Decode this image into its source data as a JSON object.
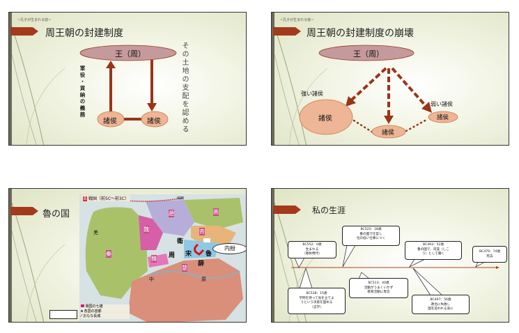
{
  "slides": [
    {
      "subtitle": "~孔子が生まれる前~",
      "title": "周王朝の封建制度",
      "king": "王（周）",
      "lord_left": "諸侯",
      "lord_right": "諸侯",
      "left_vertical": "軍役・貢納の義務",
      "right_vertical": "その土地の支配を認める"
    },
    {
      "subtitle": "~孔子が生まれる後~",
      "title": "周王朝の封建制度の崩壊",
      "king": "王（周）",
      "strong_label": "強い諸侯",
      "weak_label": "弱い諸侯",
      "lord_big": "諸侯",
      "lord_mid": "諸侯",
      "lord_small": "諸侯"
    },
    {
      "title": "魯の国",
      "map": {
        "header_badge": "B",
        "header": "戦国（前5C～前3C）",
        "states": [
          "燕",
          "趙",
          "魏",
          "秦",
          "韓",
          "楚",
          "斉"
        ],
        "places": [
          "衛",
          "宋",
          "魯",
          "薛",
          "周",
          "中",
          "原",
          "羌",
          "匈奴"
        ],
        "callout": "内紛",
        "legend": [
          "戦国の七雄",
          "各国の首都",
          "おもな長城"
        ]
      }
    },
    {
      "title": "私の生涯",
      "events": [
        {
          "lines": [
            "BC552：0歳",
            "生まれる",
            "（春秋時代）"
          ]
        },
        {
          "lines": [
            "BC525：28歳",
            "魯の国で仕官し",
            "位の低い仕事につく"
          ]
        },
        {
          "lines": [
            "BC493：52歳",
            "魯の国で、司寇（しこ",
            "う）として働く"
          ]
        },
        {
          "lines": [
            "BC479：74歳",
            "死去"
          ]
        },
        {
          "lines": [
            "BC538：15歳",
            "学問を持って身を立てよ",
            "うという決意を固める",
            "（志学）"
          ]
        },
        {
          "lines": [
            "BC513：40歳",
            "活動がうまくいかず",
            "教育活動に専念"
          ]
        },
        {
          "lines": [
            "BC497：56歳",
            "政治に失敗し",
            "国を追われる身に"
          ]
        }
      ]
    }
  ],
  "colors": {
    "accent": "#a33a1c",
    "arrow": "#9b3418",
    "king_fill": "#c59a9c",
    "lord_fill": "#eeb596"
  }
}
